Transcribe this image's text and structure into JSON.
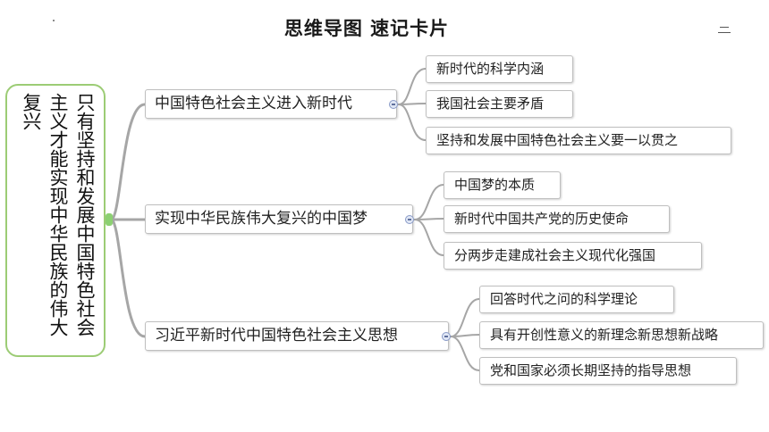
{
  "title": "思维导图 速记卡片",
  "icons": {
    "menu": "menu-icon",
    "collapse": "collapse-toggle-icon"
  },
  "colors": {
    "root_border": "#9ccc75",
    "connector": "#a6a6a6",
    "node_border": "#bfbfbf"
  },
  "root": {
    "text": "只有坚持和发展中国特色社会主义才能实现中华民族的伟大复兴"
  },
  "branches": [
    {
      "label": "中国特色社会主义进入新时代",
      "children": [
        "新时代的科学内涵",
        "我国社会主要矛盾",
        "坚持和发展中国特色社会主义要一以贯之"
      ]
    },
    {
      "label": "实现中华民族伟大复兴的中国梦",
      "children": [
        "中国梦的本质",
        "新时代中国共产党的历史使命",
        "分两步走建成社会主义现代化强国"
      ]
    },
    {
      "label": "习近平新时代中国特色社会主义思想",
      "children": [
        "回答时代之问的科学理论",
        "具有开创性意义的新理念新思想新战略",
        "党和国家必须长期坚持的指导思想"
      ]
    }
  ]
}
